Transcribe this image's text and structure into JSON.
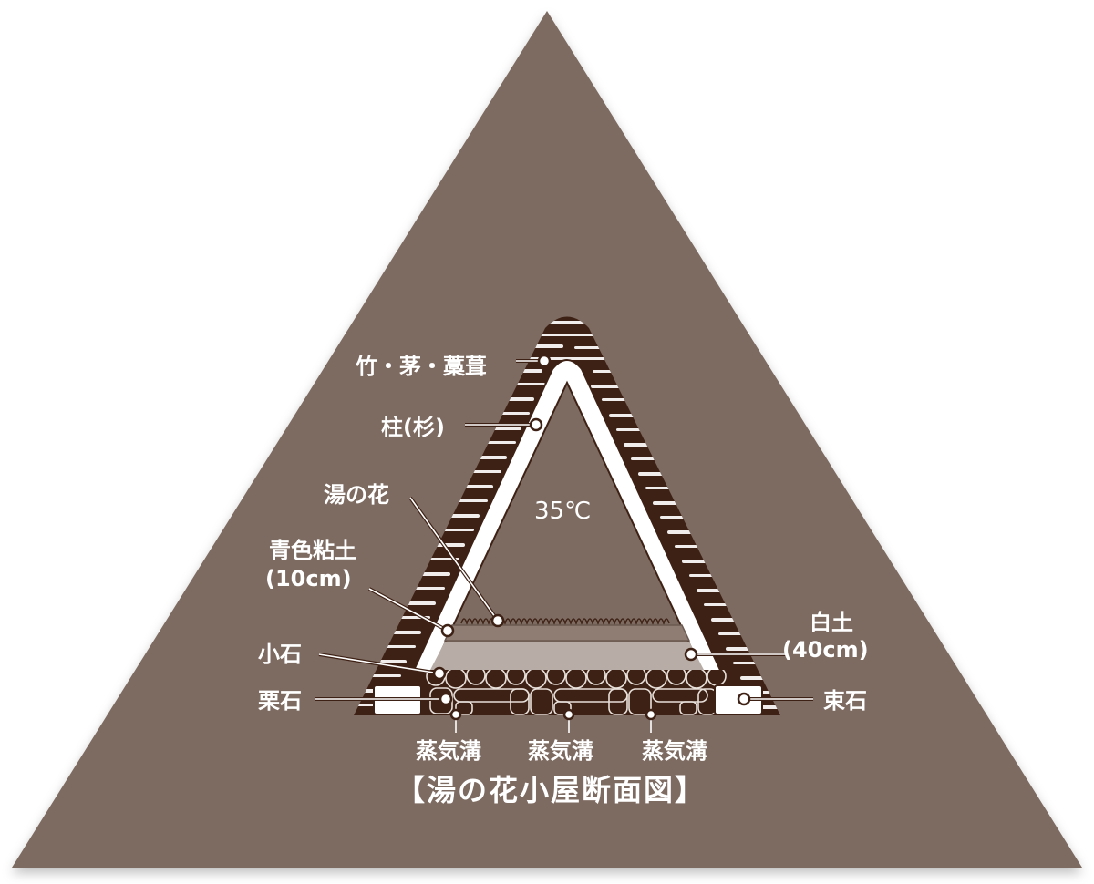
{
  "title": "【湯の花小屋断面図】",
  "colors": {
    "background_triangle": "#7d6b61",
    "dark_brown": "#3e2115",
    "white": "#ffffff",
    "clay_light": "#b8ada6",
    "clay_mid": "#8f7d73"
  },
  "interior": {
    "temperature": "35℃"
  },
  "labels": {
    "roof": "竹・茅・藁葺",
    "pillar": "柱(杉)",
    "yunohana": "湯の花",
    "blue_clay_line1": "青色粘土",
    "blue_clay_line2": "(10cm)",
    "white_soil_line1": "白土",
    "white_soil_line2": "(40cm)",
    "small_stones": "小石",
    "cobblestones": "栗石",
    "foundation_stone": "束石",
    "steam_channels": [
      "蒸気溝",
      "蒸気溝",
      "蒸気溝"
    ]
  }
}
